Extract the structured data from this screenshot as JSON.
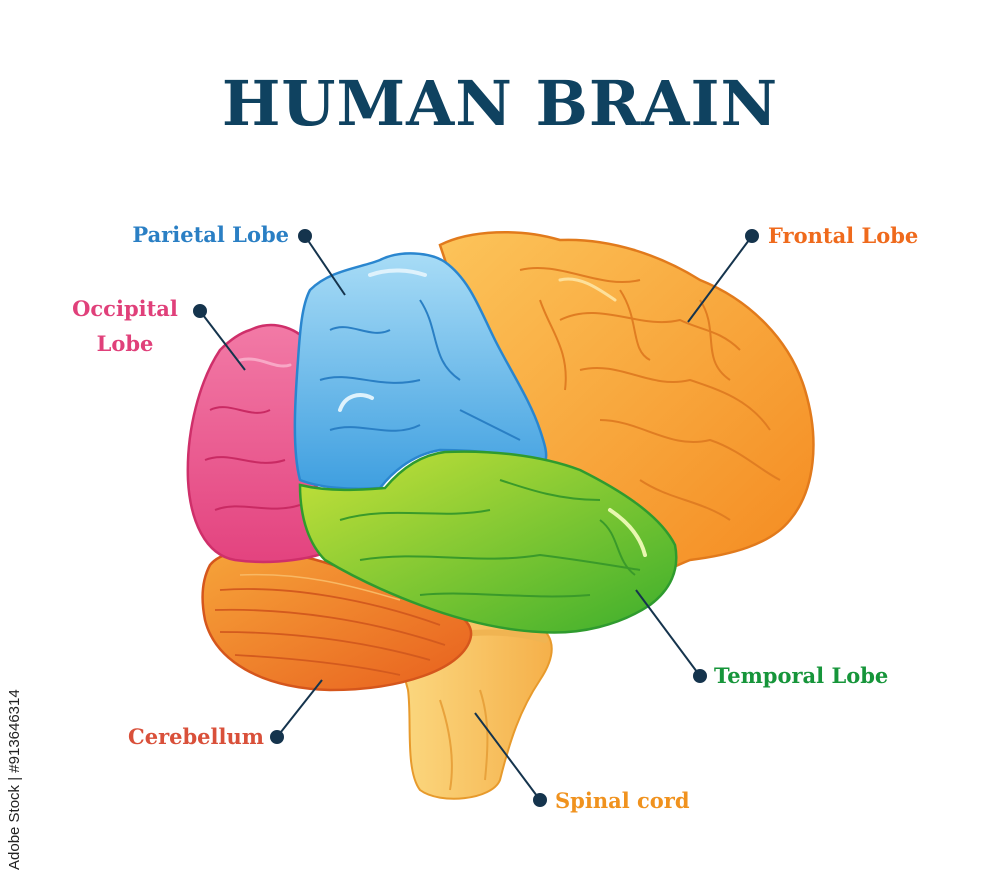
{
  "title": "HUMAN BRAIN",
  "watermark_text": "Adobe Stock | #913646314",
  "labels": {
    "parietal": "Parietal Lobe",
    "occipital_line1": "Occipital",
    "occipital_line2": "Lobe",
    "frontal": "Frontal Lobe",
    "temporal": "Temporal Lobe",
    "cerebellum": "Cerebellum",
    "spinal": "Spinal cord"
  },
  "colors": {
    "title": "#0f4260",
    "leader": "#15344d",
    "parietal": "#2a7fc4",
    "occipital": "#e0407a",
    "frontal": "#ef6a1c",
    "temporal": "#16953a",
    "cerebellum": "#d9503a",
    "spinal": "#f0921e",
    "fill_parietal": "#5fb6ec",
    "fill_occipital": "#f2659a",
    "fill_frontal": "#f9a63a",
    "fill_temporal": "#7ccb2f",
    "fill_cerebellum": "#f08a2a",
    "fill_spinal": "#f9c66a"
  }
}
